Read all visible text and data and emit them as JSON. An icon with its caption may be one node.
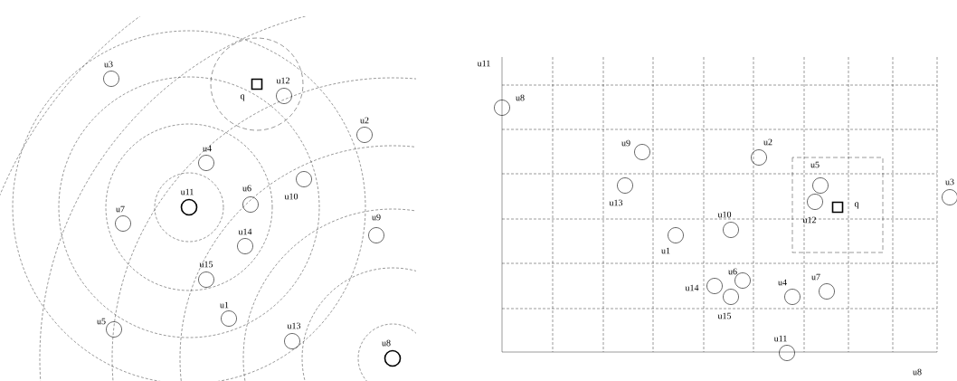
{
  "diagram": {
    "nodes": [
      {
        "text": [],
        "shape": "circle",
        "beside": [
          "u3"
        ]
      },
      {
        "text": [],
        "shape": "box",
        "beside": [
          "q"
        ]
      },
      {
        "text": [],
        "shape": "circle",
        "beside": [
          "u12"
        ]
      },
      {
        "text": [],
        "shape": "circle",
        "beside": [
          "u2"
        ]
      },
      {
        "text": [],
        "shape": "circle",
        "beside": [
          "u4"
        ]
      },
      {
        "text": [],
        "shape": "circle",
        "beside": [
          "u10"
        ]
      },
      {
        "text": [],
        "shape": "circle",
        "beside": [
          "u6"
        ]
      },
      {
        "text": [],
        "shape": "circle",
        "beside": [
          "u11"
        ]
      },
      {
        "text": [],
        "shape": "circle",
        "beside": [
          "u7"
        ]
      },
      {
        "text": [],
        "shape": "circle",
        "beside": [
          "u9"
        ]
      },
      {
        "text": [],
        "shape": "circle",
        "beside": [
          "u14"
        ]
      },
      {
        "text": [],
        "shape": "circle",
        "beside": [
          "u15"
        ]
      },
      {
        "text": [],
        "shape": "circle",
        "beside": [
          "u1"
        ]
      },
      {
        "text": [],
        "shape": "circle",
        "beside": [
          "u5"
        ]
      },
      {
        "text": [],
        "shape": "circle",
        "beside": [
          "u13"
        ]
      },
      {
        "text": [],
        "shape": "circle",
        "beside": [
          "u8"
        ]
      },
      {
        "text": [],
        "shape": "circle",
        "beside": [
          "u8"
        ]
      },
      {
        "text": [],
        "shape": "circle",
        "beside": [
          "u9"
        ]
      },
      {
        "text": [],
        "shape": "circle",
        "beside": [
          "u2"
        ]
      },
      {
        "text": [],
        "shape": "circle",
        "beside": [
          "u13"
        ]
      },
      {
        "text": [],
        "shape": "circle",
        "beside": [
          "u5"
        ]
      },
      {
        "text": [],
        "shape": "circle",
        "beside": [
          "u12"
        ]
      },
      {
        "text": [],
        "shape": "box",
        "beside": [
          "q"
        ]
      },
      {
        "text": [],
        "shape": "circle",
        "beside": [
          "u3"
        ]
      },
      {
        "text": [],
        "shape": "circle",
        "beside": [
          "u10"
        ]
      },
      {
        "text": [],
        "shape": "circle",
        "beside": [
          "u1"
        ]
      },
      {
        "text": [],
        "shape": "circle",
        "beside": [
          "u6"
        ]
      },
      {
        "text": [],
        "shape": "circle",
        "beside": [
          "u14"
        ]
      },
      {
        "text": [],
        "shape": "circle",
        "beside": [
          "u15"
        ]
      },
      {
        "text": [],
        "shape": "circle",
        "beside": [
          "u4"
        ]
      },
      {
        "text": [],
        "shape": "circle",
        "beside": [
          "u7"
        ]
      },
      {
        "text": [],
        "shape": "circle",
        "beside": [
          "u11"
        ]
      }
    ],
    "labels": [
      "u11",
      "u8"
    ]
  }
}
